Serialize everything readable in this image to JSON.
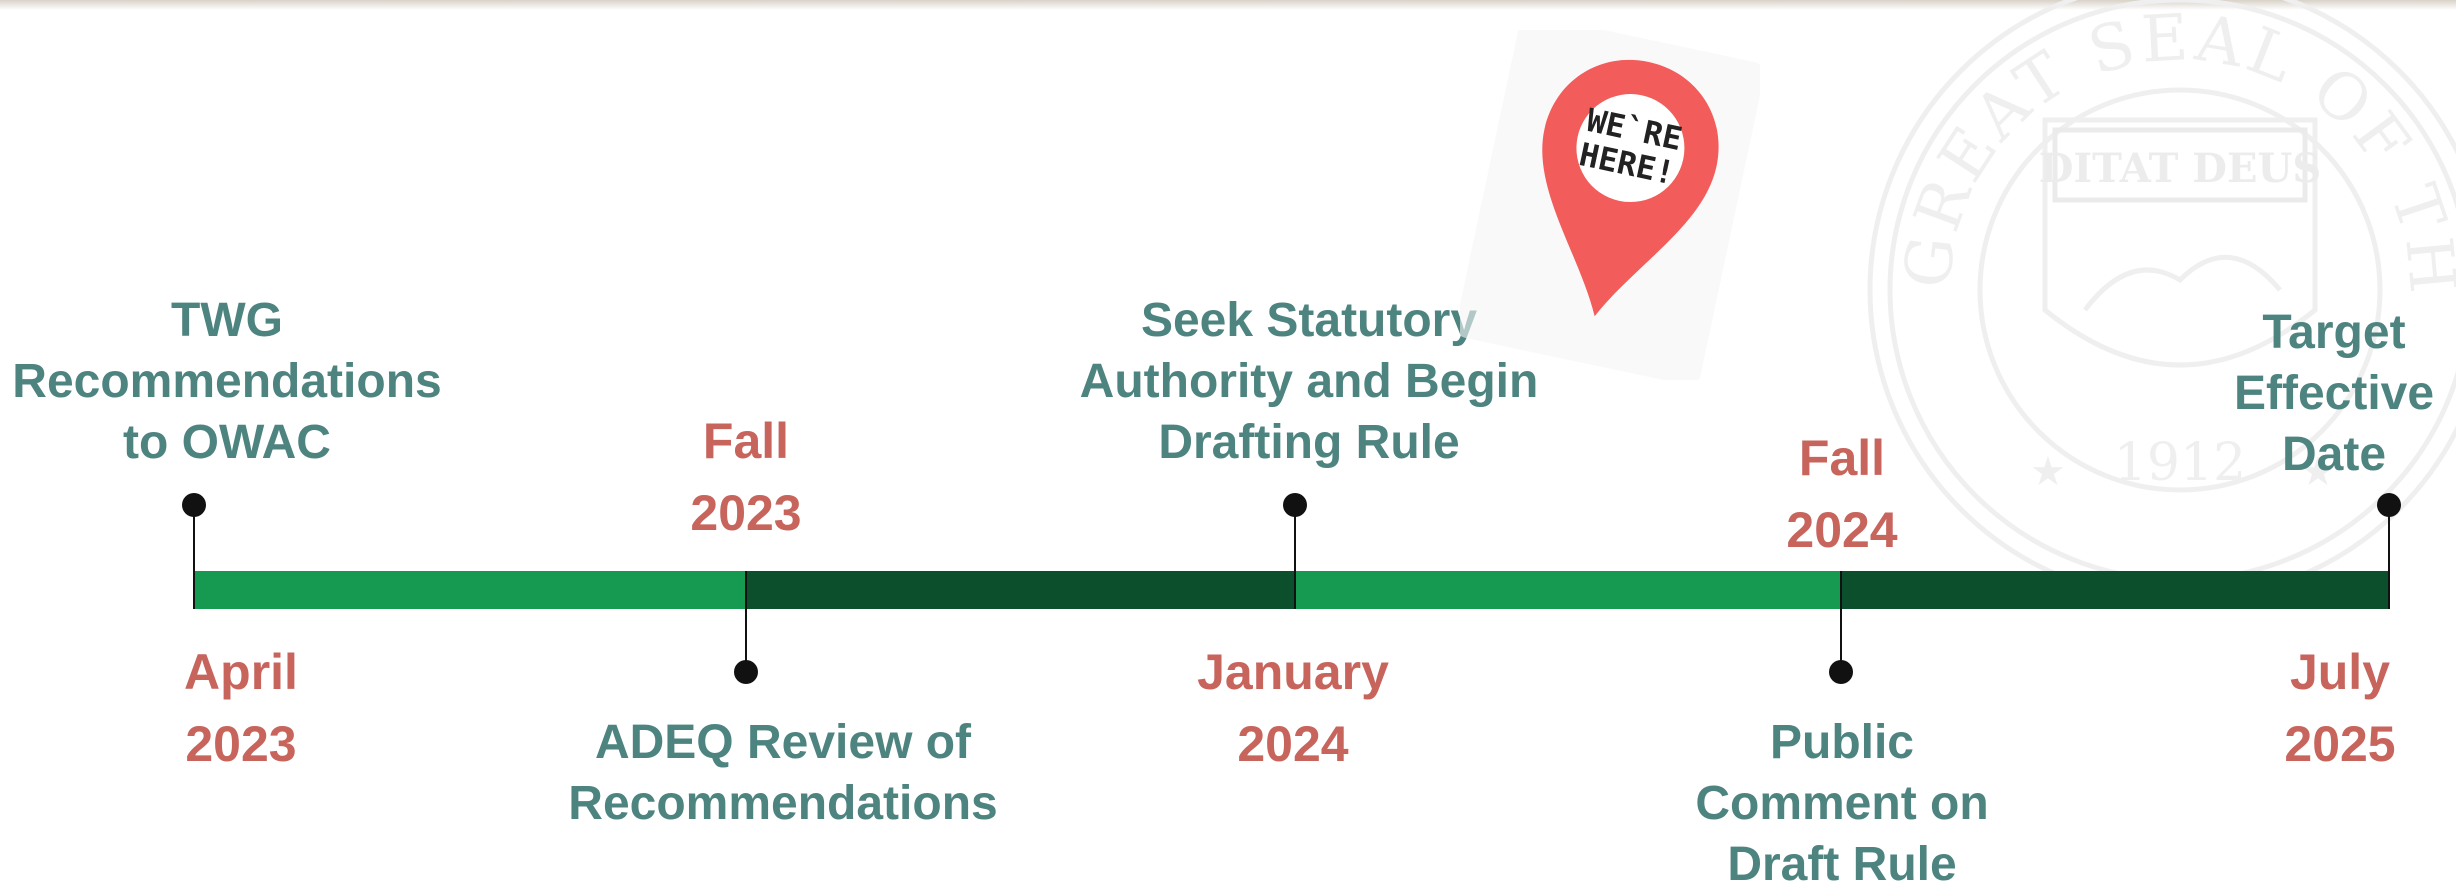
{
  "seal": {
    "ring_text": "GREAT SEAL OF THE STATE OF ARIZONA",
    "motto": "DITAT DEUS",
    "year": "1912"
  },
  "marker": {
    "line1": "WE`RE",
    "line2": "HERE!",
    "color": "#f25c5a"
  },
  "colors": {
    "segment_light": "#169a52",
    "segment_dark": "#0b4f2c",
    "milestone_text": "#4e8480",
    "date_text": "#c7655d"
  },
  "milestones": [
    {
      "id": "twg",
      "lines": [
        "TWG",
        "Recommendations",
        "to OWAC"
      ],
      "date_lines": [
        "April",
        "2023"
      ]
    },
    {
      "id": "adeq-review",
      "lines": [
        "ADEQ Review of",
        "Recommendations"
      ],
      "date_lines": [
        "Fall",
        "2023"
      ]
    },
    {
      "id": "statutory",
      "lines": [
        "Seek Statutory",
        "Authority and Begin",
        "Drafting Rule"
      ],
      "date_lines": [
        "January",
        "2024"
      ]
    },
    {
      "id": "public-comment",
      "lines": [
        "Public",
        "Comment on",
        "Draft Rule"
      ],
      "date_lines": [
        "Fall",
        "2024"
      ]
    },
    {
      "id": "target",
      "lines": [
        "Target",
        "Effective",
        "Date"
      ],
      "date_lines": [
        "July",
        "2025"
      ]
    }
  ]
}
